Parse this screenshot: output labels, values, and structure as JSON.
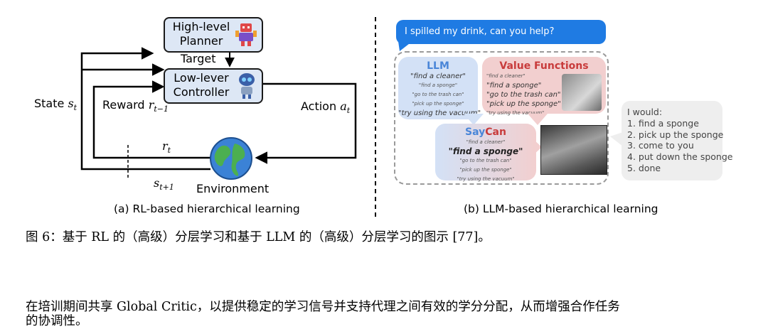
{
  "left": {
    "planner_label": "High-level\nPlanner",
    "target_label": "Target",
    "controller_label": "Low-lever\nController",
    "state_label": "State",
    "state_var": "s",
    "state_sub": "t",
    "reward_label": "Reward",
    "reward_var": "r",
    "reward_sub": "t−1",
    "action_label": "Action",
    "action_var": "a",
    "action_sub": "t",
    "rt_var": "r",
    "rt_sub": "t",
    "st1_var": "s",
    "st1_sub": "t+1",
    "environment_label": "Environment",
    "caption": "(a) RL-based hierarchical learning"
  },
  "right": {
    "user_message": "I spilled my drink, can you help?",
    "llm_title": "LLM",
    "llm_lines": [
      "\"find a cleaner\"",
      "\"find a sponge\"",
      "\"go to the trash can\"",
      "\"pick up the sponge\"",
      "\"try using the vacuum\""
    ],
    "vf_title": "Value Functions",
    "vf_lines": [
      "\"find a cleaner\"",
      "\"find a sponge\"",
      "\"go to the trash can\"",
      "\"pick up the sponge\"",
      "\"try using the vacuum\""
    ],
    "saycan_say": "Say",
    "saycan_can": "Can",
    "saycan_lines": [
      "\"find a cleaner\"",
      "\"find a sponge\"",
      "\"go to the trash can\"",
      "\"pick up the sponge\"",
      "\"try using the vacuum\""
    ],
    "response_title": "I would:",
    "response_steps": [
      "1. find a sponge",
      "2. pick up the sponge",
      "3. come to you",
      "4. put down the sponge",
      "5. done"
    ],
    "caption": "(b) LLM-based hierarchical learning"
  },
  "figure_caption": "图 6：基于 RL 的（高级）分层学习和基于 LLM 的（高级）分层学习的图示 [77]。",
  "paragraph_line1": "在培训期间共享 Global Critic，以提供稳定的学习信号并支持代理之间有效的学分分配，从而增强合作任务",
  "paragraph_line2": "的协调性。",
  "colors": {
    "box_fill": "#dde7f5",
    "llm_panel": "#d3e1f6",
    "vf_panel": "#f2cfcf",
    "saycan_panel": "#d9dff2",
    "chat_bubble": "#1f7be3",
    "response_bubble": "#eeeeee",
    "llm_title": "#4a86d8",
    "vf_title": "#c83b3b"
  }
}
